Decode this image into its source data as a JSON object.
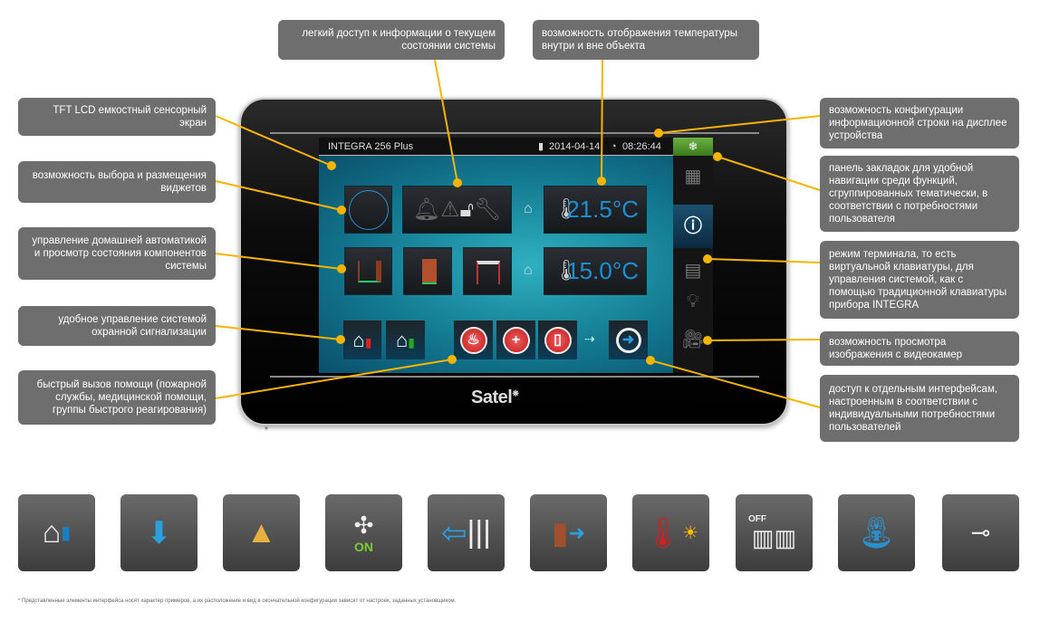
{
  "device": {
    "title": "INTEGRA 256 Plus",
    "date": "2014-04-14",
    "time": "08:26:44",
    "temp_inside": "21.5°C",
    "temp_outside": "15.0°C",
    "brand": "Satel",
    "footnote_marker": "*"
  },
  "callouts": {
    "touchscreen": "TFT LCD емкостный сенсорный экран",
    "widgets": "возможность выбора и размещения виджетов",
    "automation": "управление домашней автоматикой и просмотр состояния компонентов системы",
    "alarm": "удобное управление системой охранной сигнализации",
    "help": "быстрый вызов помощи (пожарной службы, медицинской помощи, группы быстрого реагирования)",
    "status_info": "легкий доступ к информации о текущем состоянии системы",
    "temperature": "возможность отображения температуры внутри и вне объекта",
    "info_line": "возможность конфигурации информационной строки на дисплее устройства",
    "tabs": "панель закладок для удобной навигации среди функций, сгруппированных тематически, в соответствии с потребностями пользователя",
    "terminal": "режим терминала, то есть виртуальной клавиатуры, для управления системой, как с помощью традиционной клавиатуры прибора INTEGRA",
    "cameras": "возможность просмотра изображения с видеокамер",
    "interfaces": "доступ к отдельным интерфейсам, настроенным в соответствии с индивидуальными потребностями пользователей"
  },
  "tiles": [
    "house-lock-icon",
    "roller-blind-icon",
    "lamp-icon",
    "fan-on-icon",
    "curtain-icon",
    "gate-icon",
    "thermometer-sun-icon",
    "radiator-off-icon",
    "sprinkler-icon",
    "slider-icon"
  ],
  "tile_labels": {
    "fan": "ON",
    "radiator": "OFF"
  },
  "footnote": "* Представленные элементы интерфейса носят характер примеров, а их расположение и вид в окончательной конфигурации зависят от настроек, заданных установщиком.",
  "colors": {
    "callout": "#6e6e6e",
    "line": "#f5b400",
    "temp": "#1d8fd1"
  }
}
